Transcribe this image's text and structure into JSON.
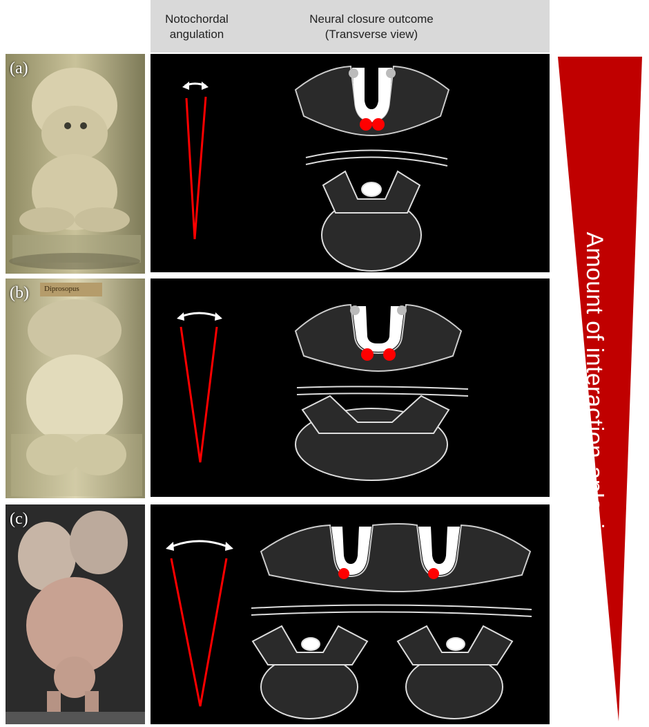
{
  "header": {
    "col1": [
      "Notochordal",
      "angulation"
    ],
    "col2": [
      "Neural closure outcome",
      "(Transverse view)"
    ]
  },
  "rows": [
    {
      "label": "(a)",
      "specimen_tag": ""
    },
    {
      "label": "(b)",
      "specimen_tag": "Diprosopus"
    },
    {
      "label": "(c)",
      "specimen_tag": ""
    }
  ],
  "scale": {
    "label": "Amount of interaction-aplasia"
  },
  "colors": {
    "red": "#c00000",
    "notochord": "#ff0000",
    "panel_bg": "#000000",
    "header_bg": "#d9d9d9"
  }
}
